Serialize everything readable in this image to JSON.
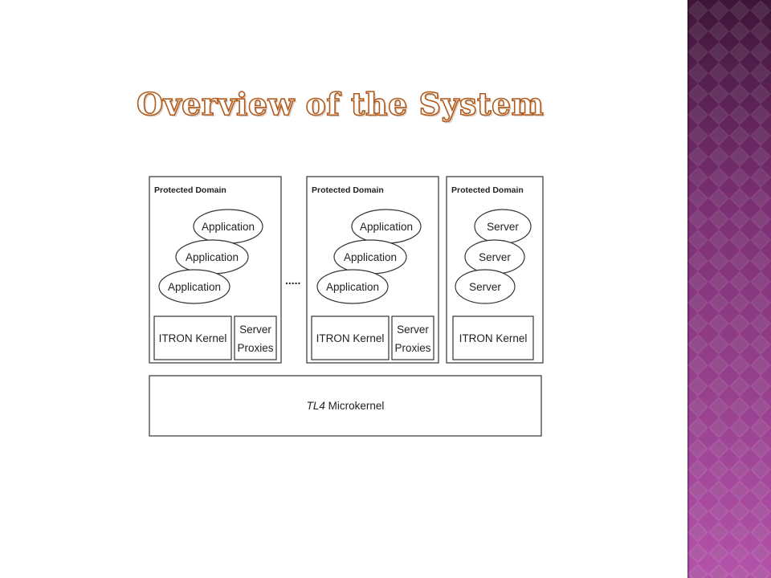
{
  "slide": {
    "title": "Overview of the System"
  },
  "diagram": {
    "domain_label": "Protected Domain",
    "app_label": "Application",
    "server_label": "Server",
    "kernel_label": "ITRON Kernel",
    "proxies_line1": "Server",
    "proxies_line2": "Proxies",
    "ellipsis": ".....",
    "microkernel_italic": "TL4",
    "microkernel_rest": " Microkernel"
  },
  "colors": {
    "side_band_base": "#8e3f87",
    "side_band_dark": "#3e1538",
    "title_outline": "#b05a1c"
  }
}
